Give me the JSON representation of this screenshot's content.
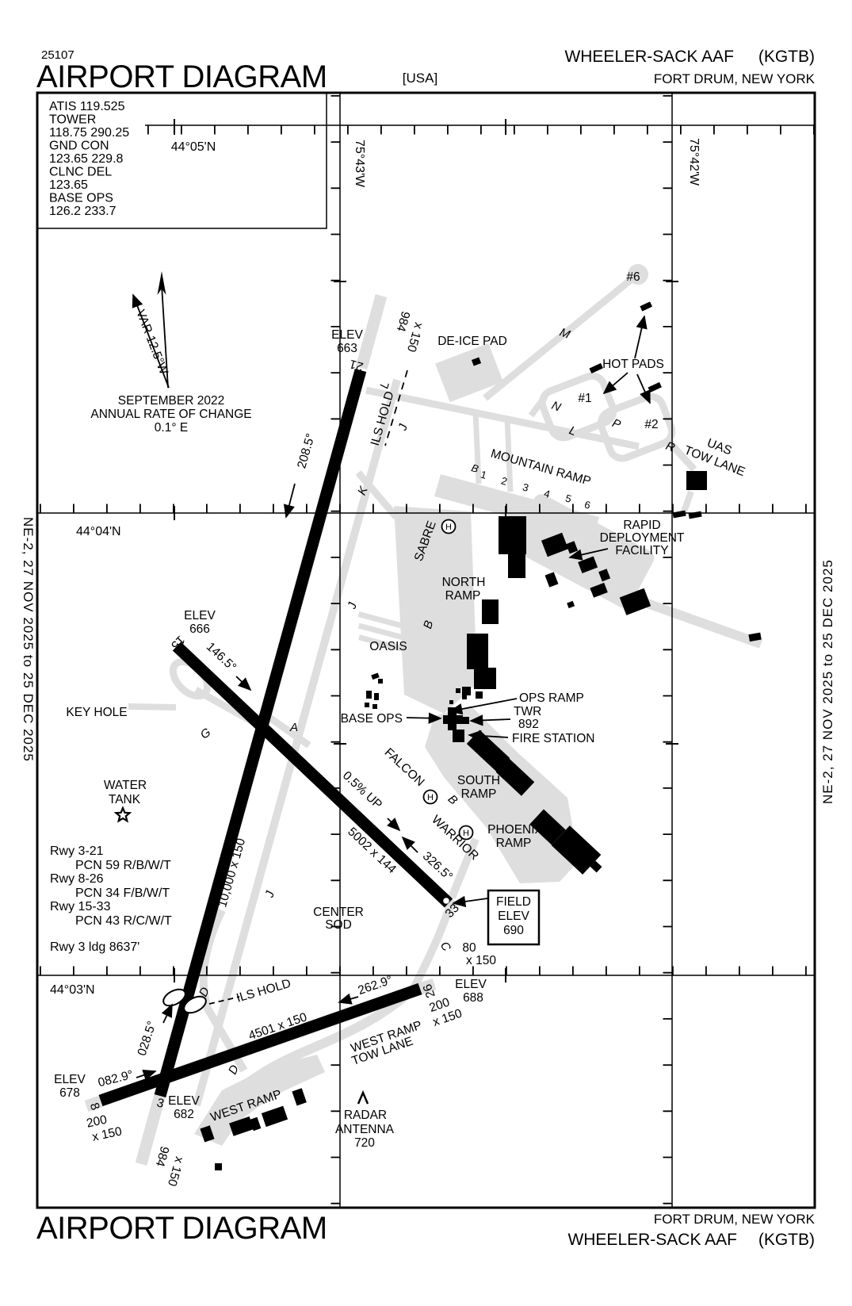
{
  "header": {
    "chart_id": "25107",
    "title": "AIRPORT DIAGRAM",
    "country": "[USA]",
    "airport": "WHEELER-SACK AAF",
    "icao": "(KGTB)",
    "city": "FORT DRUM, NEW YORK"
  },
  "footer": {
    "title": "AIRPORT DIAGRAM",
    "airport": "WHEELER-SACK AAF",
    "icao": "(KGTB)",
    "city": "FORT DRUM, NEW YORK"
  },
  "margin": {
    "note": "NE-2,  27 NOV 2025  to  25 DEC 2025"
  },
  "freq": [
    "ATIS  119.525",
    "TOWER",
    "118.75  290.25",
    "GND CON",
    "123.65  229.8",
    "CLNC DEL",
    "123.65",
    "BASE OPS",
    "126.2  233.7"
  ],
  "variation": {
    "label": "VAR 12.5°W",
    "date": "SEPTEMBER 2022",
    "rate1": "ANNUAL RATE OF CHANGE",
    "rate2": "0.1° E"
  },
  "grid": {
    "lat1": "44°05'N",
    "lat2": "44°04'N",
    "lat3": "44°03'N",
    "lon1": "75°43'W",
    "lon2": "75°42'W"
  },
  "rwy": {
    "n21": "21",
    "n3": "3",
    "n15": "15",
    "n33": "33",
    "n8": "8",
    "n26": "26",
    "hdg21": "208.5°",
    "hdg15": "146.5°",
    "hdg33": "326.5°",
    "hdg26": "262.9°",
    "hdg8": "082.9°",
    "hdg3": "028.5°",
    "dims321": "10,000 x 150",
    "dims1533": "5002 x 144",
    "dims826": "4501 x 150",
    "slope1533": "0.5% UP",
    "ovr_a": "984",
    "ovr_b": "x 150",
    "ovr33a": "80",
    "ovr200": "200",
    "elev_word": "ELEV",
    "elev21": "663",
    "elev15": "666",
    "elev8": "678",
    "elev3": "682",
    "elev26": "688",
    "field1": "FIELD",
    "field2": "ELEV",
    "field3": "690"
  },
  "twy": {
    "a": "A",
    "b": "B",
    "c": "C",
    "d": "D",
    "g": "G",
    "j": "J",
    "k": "K",
    "l": "L",
    "m": "M",
    "n": "N",
    "p": "P",
    "r": "R",
    "h": "H"
  },
  "ramps": {
    "mountain": "MOUNTAIN RAMP",
    "lane_b": "B",
    "l1": "1",
    "l2": "2",
    "l3": "3",
    "l4": "4",
    "l5": "5",
    "l6": "6",
    "north1": "NORTH",
    "north2": "RAMP",
    "south1": "SOUTH",
    "south2": "RAMP",
    "phoenix1": "PHOENIX",
    "phoenix2": "RAMP",
    "west": "WEST RAMP",
    "wrt1": "WEST RAMP",
    "wrt2": "TOW LANE",
    "uas1": "UAS",
    "uas2": "TOW LANE",
    "ops": "OPS RAMP",
    "sabre": "SABRE",
    "falcon": "FALCON",
    "warrior": "WARRIOR",
    "oasis": "OASIS",
    "deice": "DE-ICE PAD",
    "hot": "HOT PADS",
    "p1": "#1",
    "p2": "#2",
    "p6": "#6",
    "rdf1": "RAPID",
    "rdf2": "DEPLOYMENT",
    "rdf3": "FACILITY"
  },
  "pois": {
    "base_ops": "BASE OPS",
    "twr": "TWR",
    "twr_elev": "892",
    "fire": "FIRE STATION",
    "key": "KEY HOLE",
    "water1": "WATER",
    "water2": "TANK",
    "center1": "CENTER",
    "center2": "SOD",
    "radar1": "RADAR",
    "radar2": "ANTENNA",
    "radar3": "720",
    "ils": "ILS HOLD"
  },
  "rwy_data": {
    "l0": "Rwy 3-21",
    "l1": "PCN 59 R/B/W/T",
    "l2": "Rwy 8-26",
    "l3": "PCN 34 F/B/W/T",
    "l4": "Rwy 15-33",
    "l5": "PCN 43 R/C/W/T",
    "ldg": "Rwy 3 ldg 8637'"
  }
}
